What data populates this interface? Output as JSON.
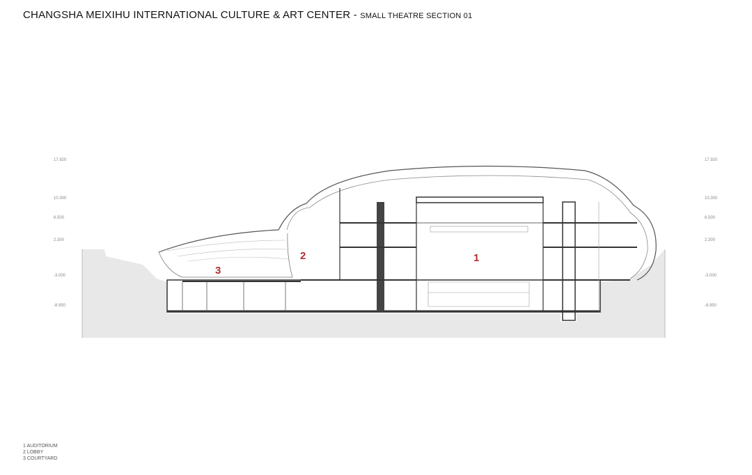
{
  "title": {
    "main": "CHANGSHA MEIXIHU INTERNATIONAL CULTURE & ART CENTER - ",
    "sub": "SMALL THEATRE SECTION 01"
  },
  "levels": [
    "17.920",
    "10.300",
    "6.500",
    "2.300",
    "-3.000",
    "-8.950"
  ],
  "spaces": [
    "1",
    "2",
    "3"
  ],
  "legend": [
    "1 AUDITORIUM",
    "2 LOBBY",
    "3 COURTYARD"
  ]
}
